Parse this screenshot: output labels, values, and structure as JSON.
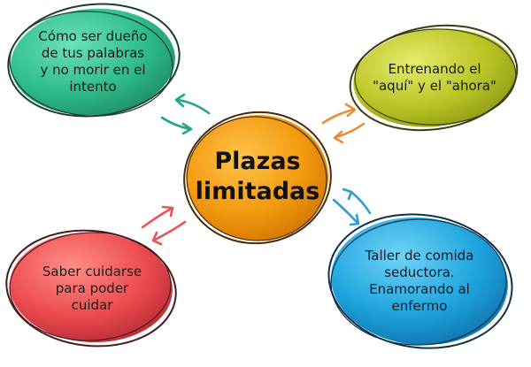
{
  "diagram": {
    "center": {
      "lines": "Plazas\nlimitadas",
      "color": "#f39a0f"
    },
    "nodes": [
      {
        "id": "top-left",
        "lines": "Cómo ser dueño\nde tus palabras\ny no morir en el\nintento",
        "color": "#2ebd8a"
      },
      {
        "id": "top-right",
        "lines": "Entrenando el\n\"aquí\" y el \"ahora\"",
        "color": "#b4c11f"
      },
      {
        "id": "bottom-left",
        "lines": "Saber cuidarse\npara poder\ncuidar",
        "color": "#ec4b4f"
      },
      {
        "id": "bottom-right",
        "lines": "Taller de comida\nseductora.\nEnamorando al\nenfermo",
        "color": "#1e9ed8"
      }
    ],
    "arrow_colors": {
      "top-left": "#24a587",
      "top-right": "#ef8a3a",
      "bottom-left": "#e95459",
      "bottom-right": "#2e9fcf"
    }
  }
}
